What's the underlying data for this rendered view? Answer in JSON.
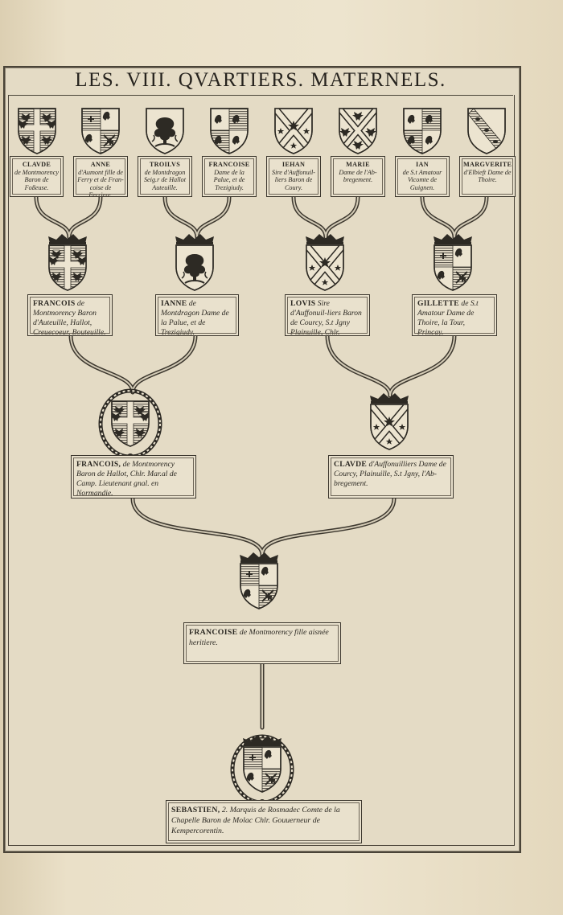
{
  "title": "LES. VIII. QVARTIERS. MATERNELS.",
  "colors": {
    "ink": "#2d2a24",
    "paper": "#e4dbc5",
    "frame": "#4a4438"
  },
  "gen0": [
    {
      "name": "CLAVDE",
      "desc": "de Montmorency Baron de Foßeuse.",
      "arms": "montmorency"
    },
    {
      "name": "ANNE",
      "desc": "d'Aumont fille de Ferry et de Fran-coise de Ferriere.",
      "arms": "quartered"
    },
    {
      "name": "TROILVS",
      "desc": "de Montdragon Seig.r de Hallot Auteuille.",
      "arms": "tree"
    },
    {
      "name": "FRANCOISE",
      "desc": "Dame de la Palue, et de Trezigiudy.",
      "arms": "lions"
    },
    {
      "name": "IEHAN",
      "desc": "Sire d'Auffonuil-liers Baron de Coury.",
      "arms": "saltire"
    },
    {
      "name": "MARIE",
      "desc": "Dame de l'Ab-bregement.",
      "arms": "eagles"
    },
    {
      "name": "IAN",
      "desc": "de S.t Amatour Vicomte de Guignen.",
      "arms": "lions"
    },
    {
      "name": "MARGVERITE",
      "desc": "d'Elbieft Dame de Thoire.",
      "arms": "bend"
    }
  ],
  "gen1": [
    {
      "name": "FRANCOIS",
      "desc": "de Montmorency Baron d'Auteuille, Hallot, Creuecoeur, Bouteuille.",
      "arms": "montmorency"
    },
    {
      "name": "IANNE",
      "desc": "de Montdragon Dame de la Palue, et de Trezigiudy.",
      "arms": "tree"
    },
    {
      "name": "LOVIS",
      "desc": "Sire d'Auffonuil-liers Baron de Courcy, S.t Jgny Plainuille, Chlr.",
      "arms": "saltire"
    },
    {
      "name": "GILLETTE",
      "desc": "de S.t Amatour Dame de Thoire, la Tour, Princay.",
      "arms": "quartered"
    }
  ],
  "gen2": [
    {
      "name": "FRANCOIS,",
      "desc": "de Montmorency Baron de Hallot, Chlr. Mar.al de Camp. Lieutenant gnal. en Normandie.",
      "arms": "montmorency"
    },
    {
      "name": "CLAVDE",
      "desc": "d'Auffonuilliers Dame de Courcy, Plainuille, S.t Jgny, l'Ab-bregement.",
      "arms": "saltire"
    }
  ],
  "gen3": {
    "name": "FRANCOISE",
    "desc": "de Montmorency fille aisnée heritiere.",
    "arms": "quartered"
  },
  "gen4": {
    "name": "SEBASTIEN,",
    "desc": "2. Marquis de Rosmadec Comte de la Chapelle Baron de Molac Chlr. Gouuerneur de Kempercorentin.",
    "arms": "quartered"
  }
}
